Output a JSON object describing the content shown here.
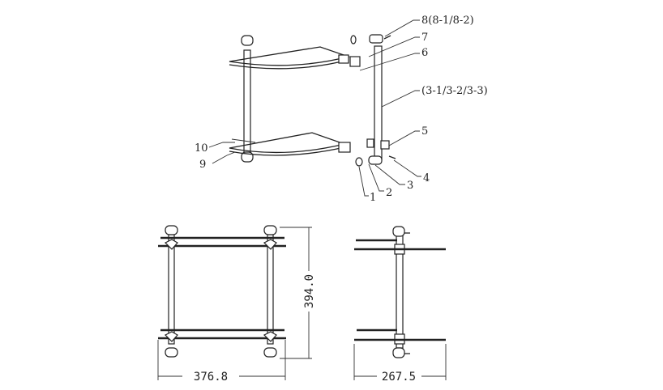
{
  "callouts": {
    "part_8": "8(8-1/8-2)",
    "part_7": "7",
    "part_6": "6",
    "part_3": "(3-1/3-2/3-3)",
    "part_5": "5",
    "part_4": "4",
    "part_3b": "3",
    "part_2": "2",
    "part_1": "1",
    "part_10": "10",
    "part_9": "9"
  },
  "dimensions": {
    "height": "394.0",
    "front_width": "376.8",
    "side_depth": "267.5"
  }
}
